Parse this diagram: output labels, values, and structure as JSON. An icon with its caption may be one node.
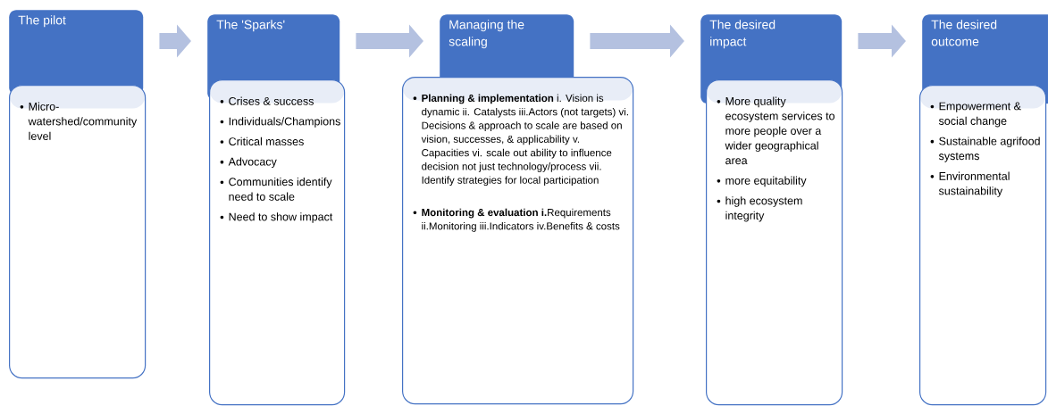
{
  "diagram": {
    "nodes": [
      {
        "text": [
          "The pilot"
        ]
      },
      {
        "text": [
          "Micro-watershed/community level"
        ]
      },
      {
        "text": [
          "The 'Sparks'"
        ]
      },
      {
        "text": [
          "Crises & success",
          "Individuals/Champions",
          "Critical masses",
          "Advocacy",
          "Communities identify need to scale",
          "Need to show impact"
        ]
      },
      {
        "text": [
          "Managing the scaling"
        ]
      },
      {
        "text": [
          "**Planning & implementation** i. Vision is dynamic ii. Catalysts iii.Actors (not targets) vi. Decisions & approach to scale are based on vision, successes, & applicability v. Capacities vi. scale out ability to influence decision not just technology/process vii. Identify strategies for local participation",
          "**Monitoring & evaluation** **i.**Requirements ii.Monitoring iii.Indicators iv.Benefits & costs"
        ]
      },
      {
        "text": [
          "The desired impact"
        ]
      },
      {
        "text": [
          "More quality ecosystem services to more people over a wider geographical area",
          "more equitability",
          "high ecosystem integrity"
        ]
      },
      {
        "text": [
          "The desired outcome"
        ]
      },
      {
        "text": [
          "Empowerment & social change",
          "Sustainable agrifood systems",
          "Environmental sustainability"
        ]
      }
    ],
    "edges": [
      {
        "from": 0,
        "to": 2,
        "arrow": "to"
      },
      {
        "from": 2,
        "to": 4,
        "arrow": "to"
      },
      {
        "from": 4,
        "to": 6,
        "arrow": "to"
      },
      {
        "from": 6,
        "to": 8,
        "arrow": "to"
      }
    ]
  }
}
